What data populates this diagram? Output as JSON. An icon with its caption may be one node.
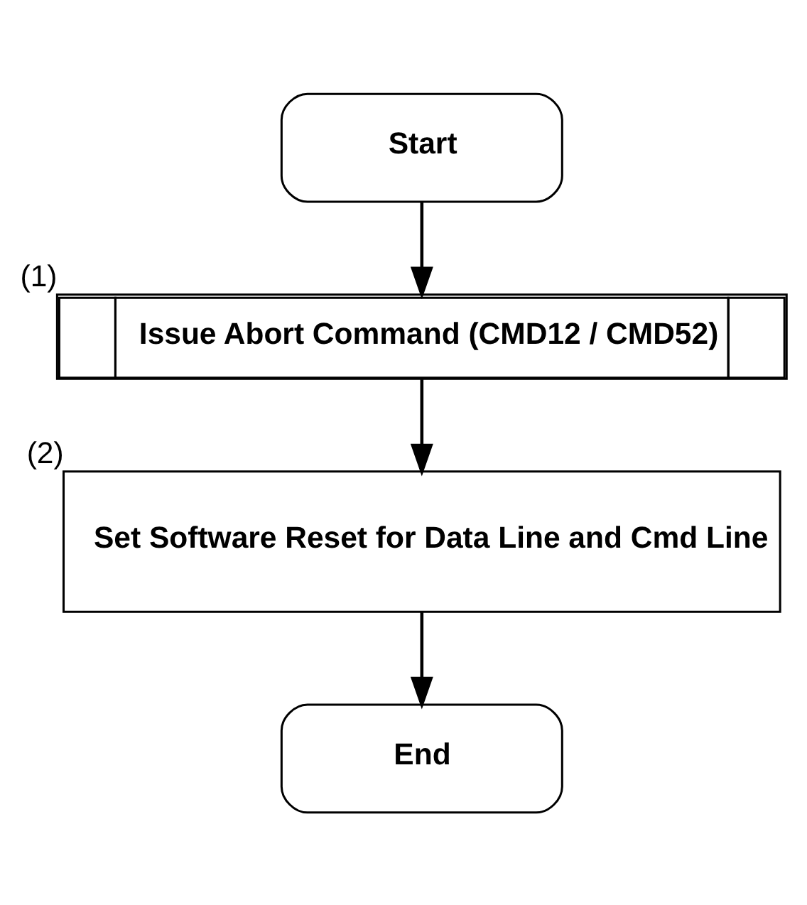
{
  "diagram": {
    "nodes": [
      {
        "text": [
          "Start"
        ]
      },
      {
        "text": [
          "Issue Abort Command (CMD12 / CMD52)"
        ],
        "beside": [
          "(1)"
        ]
      },
      {
        "text": [
          "Set Software Reset for Data Line and Cmd Line"
        ],
        "beside": [
          "(2)"
        ]
      },
      {
        "text": [
          "End"
        ]
      }
    ],
    "edges": [
      {
        "from": 0,
        "to": 1,
        "arrow": "to"
      },
      {
        "from": 1,
        "to": 2,
        "arrow": "to"
      },
      {
        "from": 2,
        "to": 3,
        "arrow": "to"
      }
    ]
  }
}
